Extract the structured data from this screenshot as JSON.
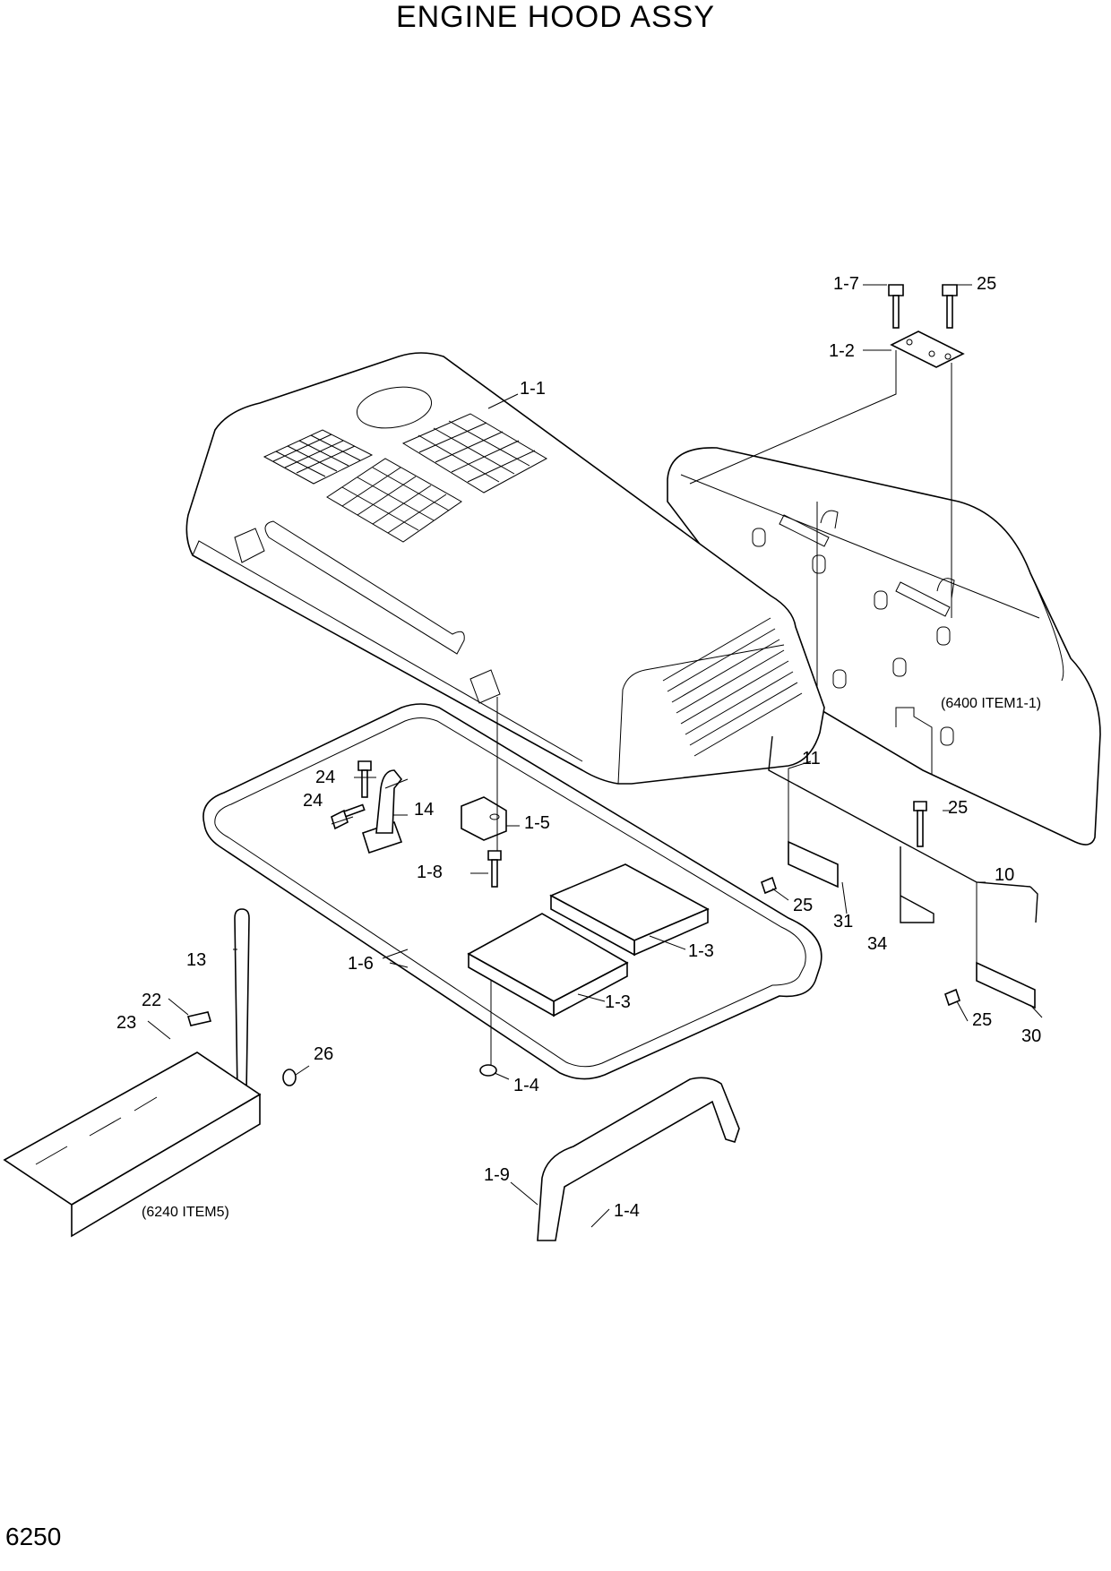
{
  "title": "ENGINE HOOD ASSY",
  "page_number": "6250",
  "callouts": {
    "c_1_7": "1-7",
    "c_25_top": "25",
    "c_1_2": "1-2",
    "c_1_1": "1-1",
    "c_11": "11",
    "c_25_right": "25",
    "c_10": "10",
    "c_24_a": "24",
    "c_24_b": "24",
    "c_14": "14",
    "c_1_5": "1-5",
    "c_1_8": "1-8",
    "c_25_mid": "25",
    "c_31": "31",
    "c_34": "34",
    "c_1_3_a": "1-3",
    "c_1_3_b": "1-3",
    "c_13": "13",
    "c_1_6": "1-6",
    "c_22": "22",
    "c_23": "23",
    "c_26": "26",
    "c_1_4_a": "1-4",
    "c_25_low": "25",
    "c_30": "30",
    "c_1_9": "1-9",
    "c_1_4_b": "1-4"
  },
  "references": {
    "ref_6400": "(6400 ITEM1-1)",
    "ref_6240": "(6240 ITEM5)"
  }
}
